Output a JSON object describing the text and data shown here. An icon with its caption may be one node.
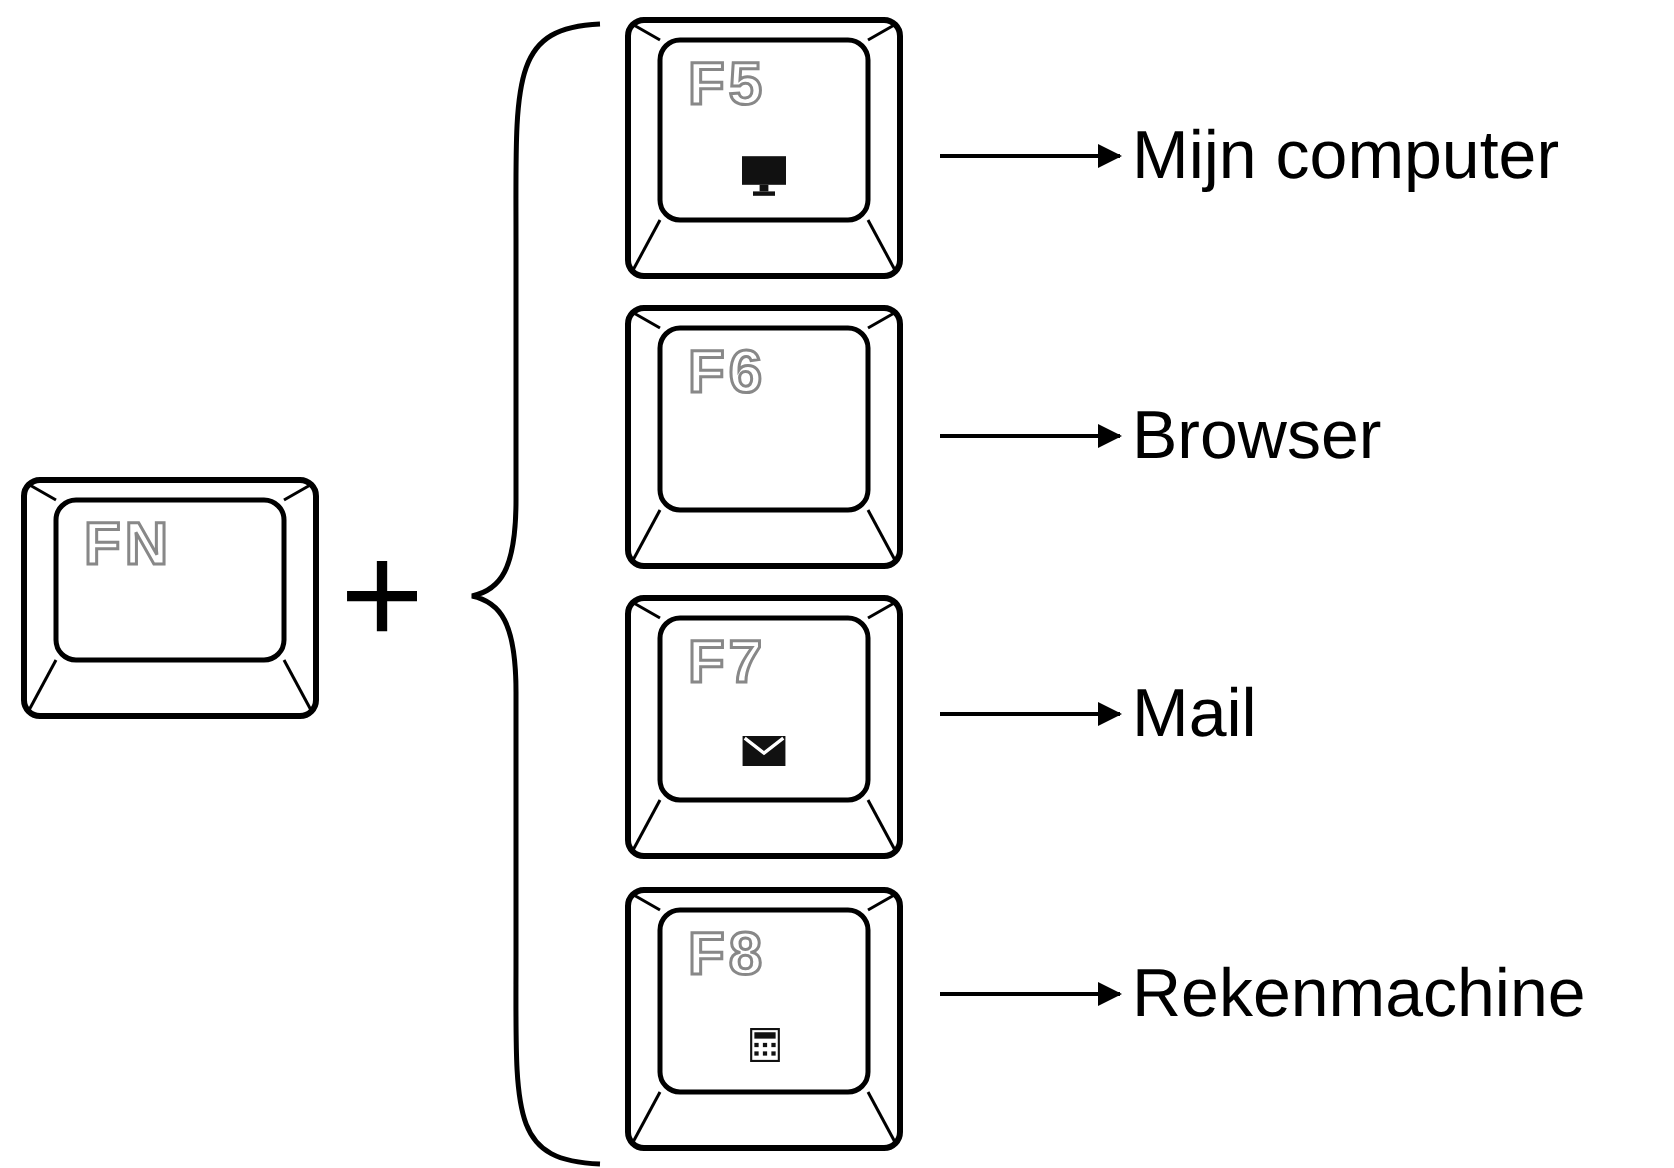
{
  "diagram": {
    "nodes": [
      {
        "text": [
          "FN"
        ]
      },
      {
        "text": [
          "F5"
        ]
      },
      {
        "text": [
          "Mijn computer"
        ]
      },
      {
        "text": [
          "F6"
        ]
      },
      {
        "text": [
          "Browser"
        ]
      },
      {
        "text": [
          "F7"
        ]
      },
      {
        "text": [
          "Mail"
        ]
      },
      {
        "text": [
          "F8"
        ]
      },
      {
        "text": [
          "Rekenmachine"
        ]
      }
    ],
    "edges": [
      {
        "from": 1,
        "to": 2,
        "arrow": "to"
      },
      {
        "from": 3,
        "to": 4,
        "arrow": "to"
      },
      {
        "from": 5,
        "to": 6,
        "arrow": "to"
      },
      {
        "from": 7,
        "to": 8,
        "arrow": "to"
      }
    ],
    "labels": [
      "+"
    ]
  }
}
